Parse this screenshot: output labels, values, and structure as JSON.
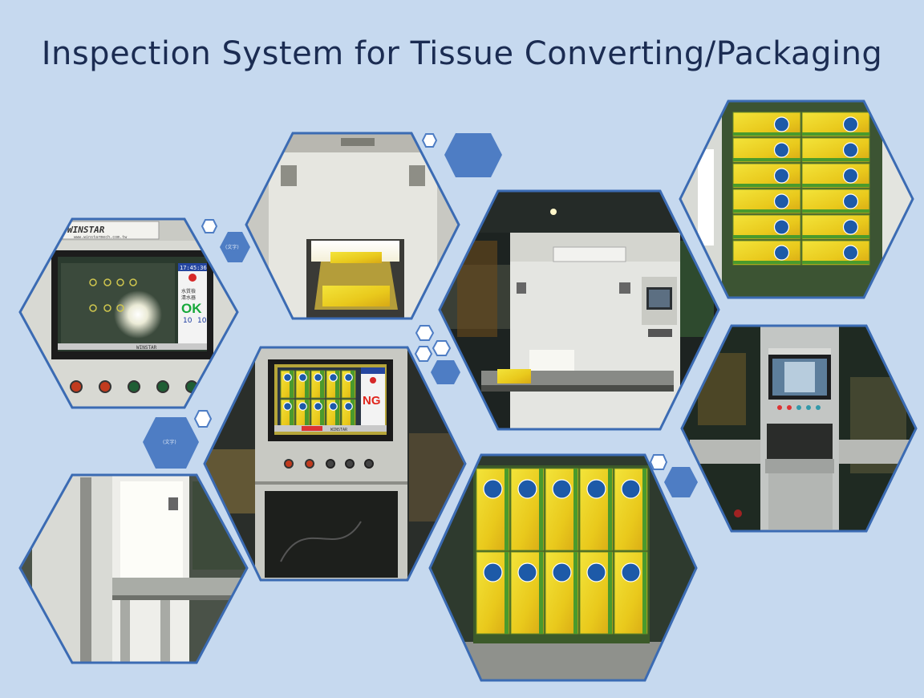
{
  "slide": {
    "title": "Inspection System for Tissue Converting/Packaging",
    "caption_1": "(文字)",
    "caption_2": "(文字)"
  },
  "photos": {
    "control_panel": {
      "brand": "WINSTAR",
      "url": "www.winstarmech.com.tw",
      "clock": "17:45:36",
      "status": "OK",
      "counter_1": "10",
      "counter_2": "10",
      "bezel_brand": "WINSTAR"
    },
    "monitor_cabinet": {
      "status": "NG",
      "bezel_brand": "WINSTAR"
    }
  },
  "colors": {
    "background": "#c6d9ef",
    "hex_border": "#3b6bb3",
    "hex_fill": "#4e7dc4",
    "title": "#1b2c52"
  }
}
